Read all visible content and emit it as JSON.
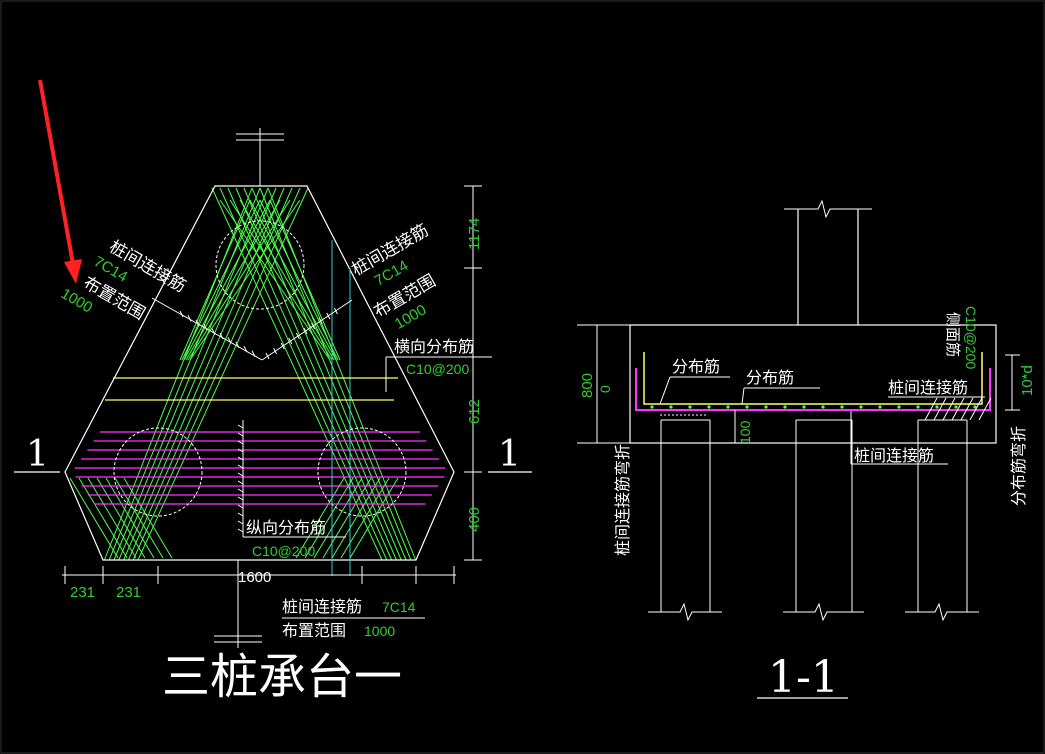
{
  "colors": {
    "background": "#000000",
    "outline": "#ffffff",
    "rebar_green": "#4cff4c",
    "dimension_green": "#33cc33",
    "distribution_yellow": "#ffff66",
    "longitudinal_magenta": "#ff33ff",
    "axis_cyan": "#33cccc",
    "arrow_red": "#ff2222"
  },
  "plan": {
    "title": "三桩承台一",
    "section_mark": "1",
    "left_tie": {
      "name": "桩间连接筋",
      "spec": "7C14",
      "range_label": "布置范围",
      "range_value": "1000"
    },
    "right_tie": {
      "name": "桩间连接筋",
      "spec": "7C14",
      "range_label": "布置范围",
      "range_value": "1000"
    },
    "bottom_tie": {
      "name": "桩间连接筋",
      "spec": "7C14",
      "range_label": "布置范围",
      "range_value": "1000"
    },
    "transverse": {
      "name": "横向分布筋",
      "spec": "C10@200"
    },
    "longitudinal": {
      "name": "纵向分布筋",
      "spec": "C10@200"
    },
    "dims_vertical": [
      "1174",
      "612",
      "400"
    ],
    "dims_horizontal": [
      "231",
      "231",
      "1600"
    ]
  },
  "section": {
    "title": "1-1",
    "dim_height": "800",
    "dim_cover": "0",
    "dim_100": "100",
    "dim_right": "10*d",
    "labels": {
      "dist1": "分布筋",
      "dist2": "分布筋",
      "tie_top": "桩间连接筋",
      "tie_bottom": "桩间连接筋",
      "side": "侧面筋",
      "side_spec": "C10@200",
      "left_bend": "桩间连接筋弯折",
      "right_bend": "分布筋弯折"
    }
  }
}
